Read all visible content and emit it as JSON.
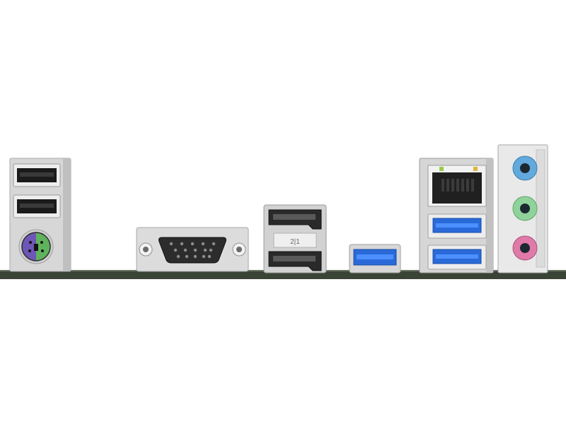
{
  "scene": {
    "board_color": "#3a4436",
    "metal_color": "#d7d7d7",
    "port_colors": {
      "usb2": "#1b1b1b",
      "usb3": "#2a6ad8",
      "ps2_purple": "#6e56b6",
      "ps2_green": "#5fb35c",
      "audio_blue": "#62a9dd",
      "audio_green": "#8fd39a",
      "audio_pink": "#e07aa8"
    }
  },
  "labels": {
    "displayport_marking": "2|1"
  },
  "ports": [
    {
      "name": "usb-2-port",
      "count": 2
    },
    {
      "name": "ps2-combo-port",
      "count": 1
    },
    {
      "name": "vga-port",
      "count": 1
    },
    {
      "name": "displayport",
      "count": 2
    },
    {
      "name": "usb-3-port",
      "count": 1
    },
    {
      "name": "rj45-lan-port",
      "count": 1
    },
    {
      "name": "usb-3-port",
      "count": 2
    },
    {
      "name": "audio-jack",
      "count": 3
    }
  ]
}
